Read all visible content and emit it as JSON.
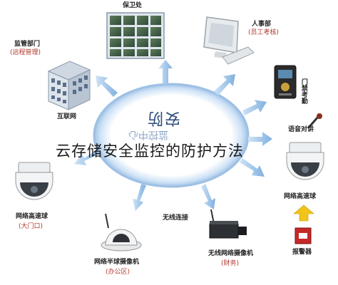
{
  "overlay_title": "云存储安全监控的防护方法",
  "center": {
    "title": "安防",
    "subtitle": "监控中心"
  },
  "nodes": {
    "guard_room": {
      "label": "保卫处"
    },
    "hr": {
      "label": "人事部",
      "sub": "(员工考核)"
    },
    "supervision": {
      "label": "监管部门",
      "sub": "(远程管理)"
    },
    "internet": {
      "label": "互联网"
    },
    "attendance": {
      "label": "门禁考勤"
    },
    "intercom": {
      "label": "语音对讲"
    },
    "dome_door": {
      "label": "网络高速球",
      "sub": "(大门口)"
    },
    "dome_right": {
      "label": "网络高速球"
    },
    "wireless": {
      "label": "无线连接"
    },
    "half_dome": {
      "label": "网络半球摄像机",
      "sub": "(办公区)"
    },
    "box_cam": {
      "label": "无线网络摄像机",
      "sub": "(财务)"
    },
    "alarm": {
      "label": "报警器"
    }
  },
  "colors": {
    "ring": "#a9c6e8",
    "arrow": "#8fb8e0",
    "alarm_arrow": "#f0c419",
    "accent_red": "#c62828"
  }
}
